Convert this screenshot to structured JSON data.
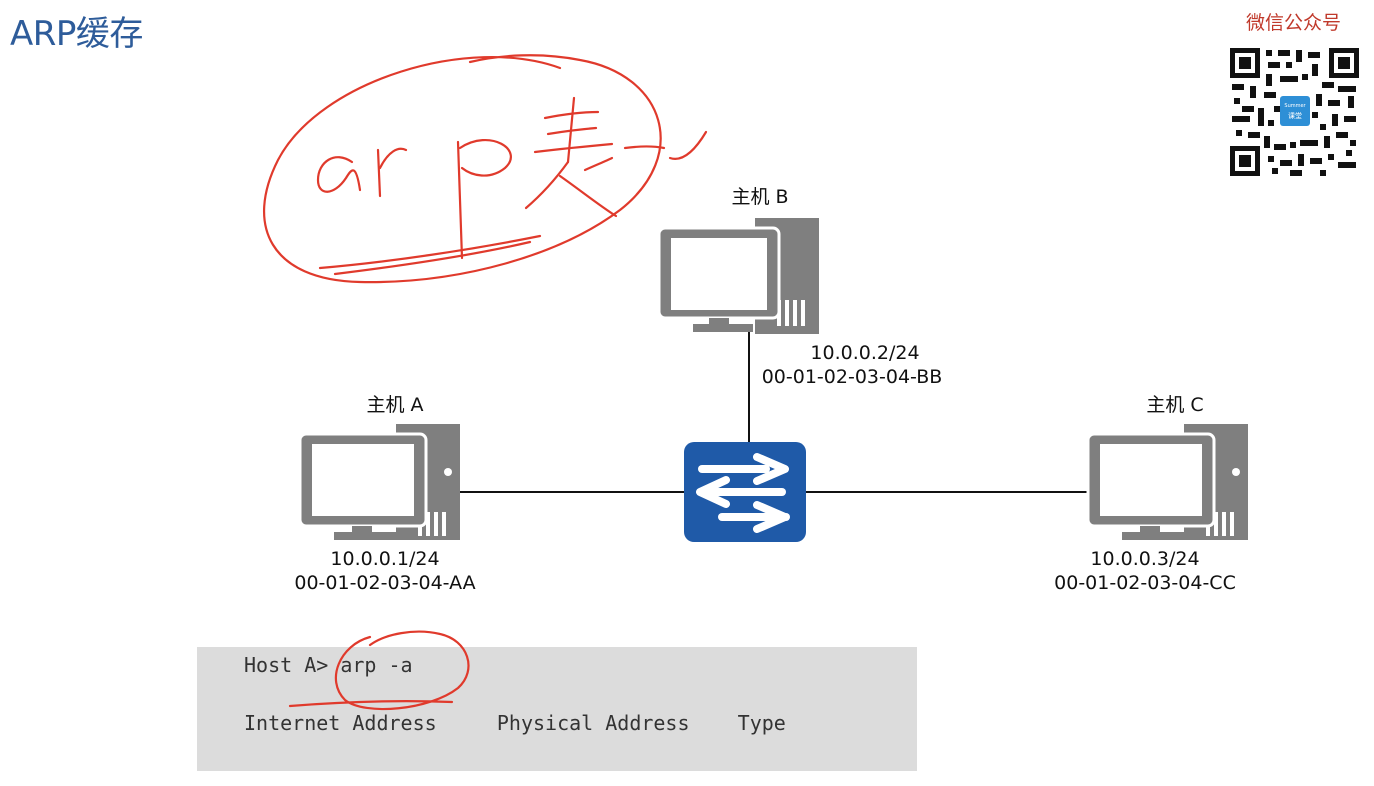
{
  "title": "ARP缓存",
  "wechat": {
    "label": "微信公众号",
    "qr_logo_text_1": "Summer",
    "qr_logo_text_2": "课堂"
  },
  "hosts": {
    "a": {
      "name": "主机 A",
      "ip": "10.0.0.1/24",
      "mac": "00-01-02-03-04-AA"
    },
    "b": {
      "name": "主机 B",
      "ip": "10.0.0.2/24",
      "mac": "00-01-02-03-04-BB"
    },
    "c": {
      "name": "主机 C",
      "ip": "10.0.0.3/24",
      "mac": "00-01-02-03-04-CC"
    }
  },
  "terminal": {
    "command_line": "Host A> arp -a",
    "header_line": "Internet Address     Physical Address    Type"
  },
  "colors": {
    "title": "#2e5c9a",
    "switch": "#1f5aa8",
    "pc": "#7f7f7f",
    "annotation": "#e03a2c",
    "terminal_bg": "#dcdcdc"
  }
}
